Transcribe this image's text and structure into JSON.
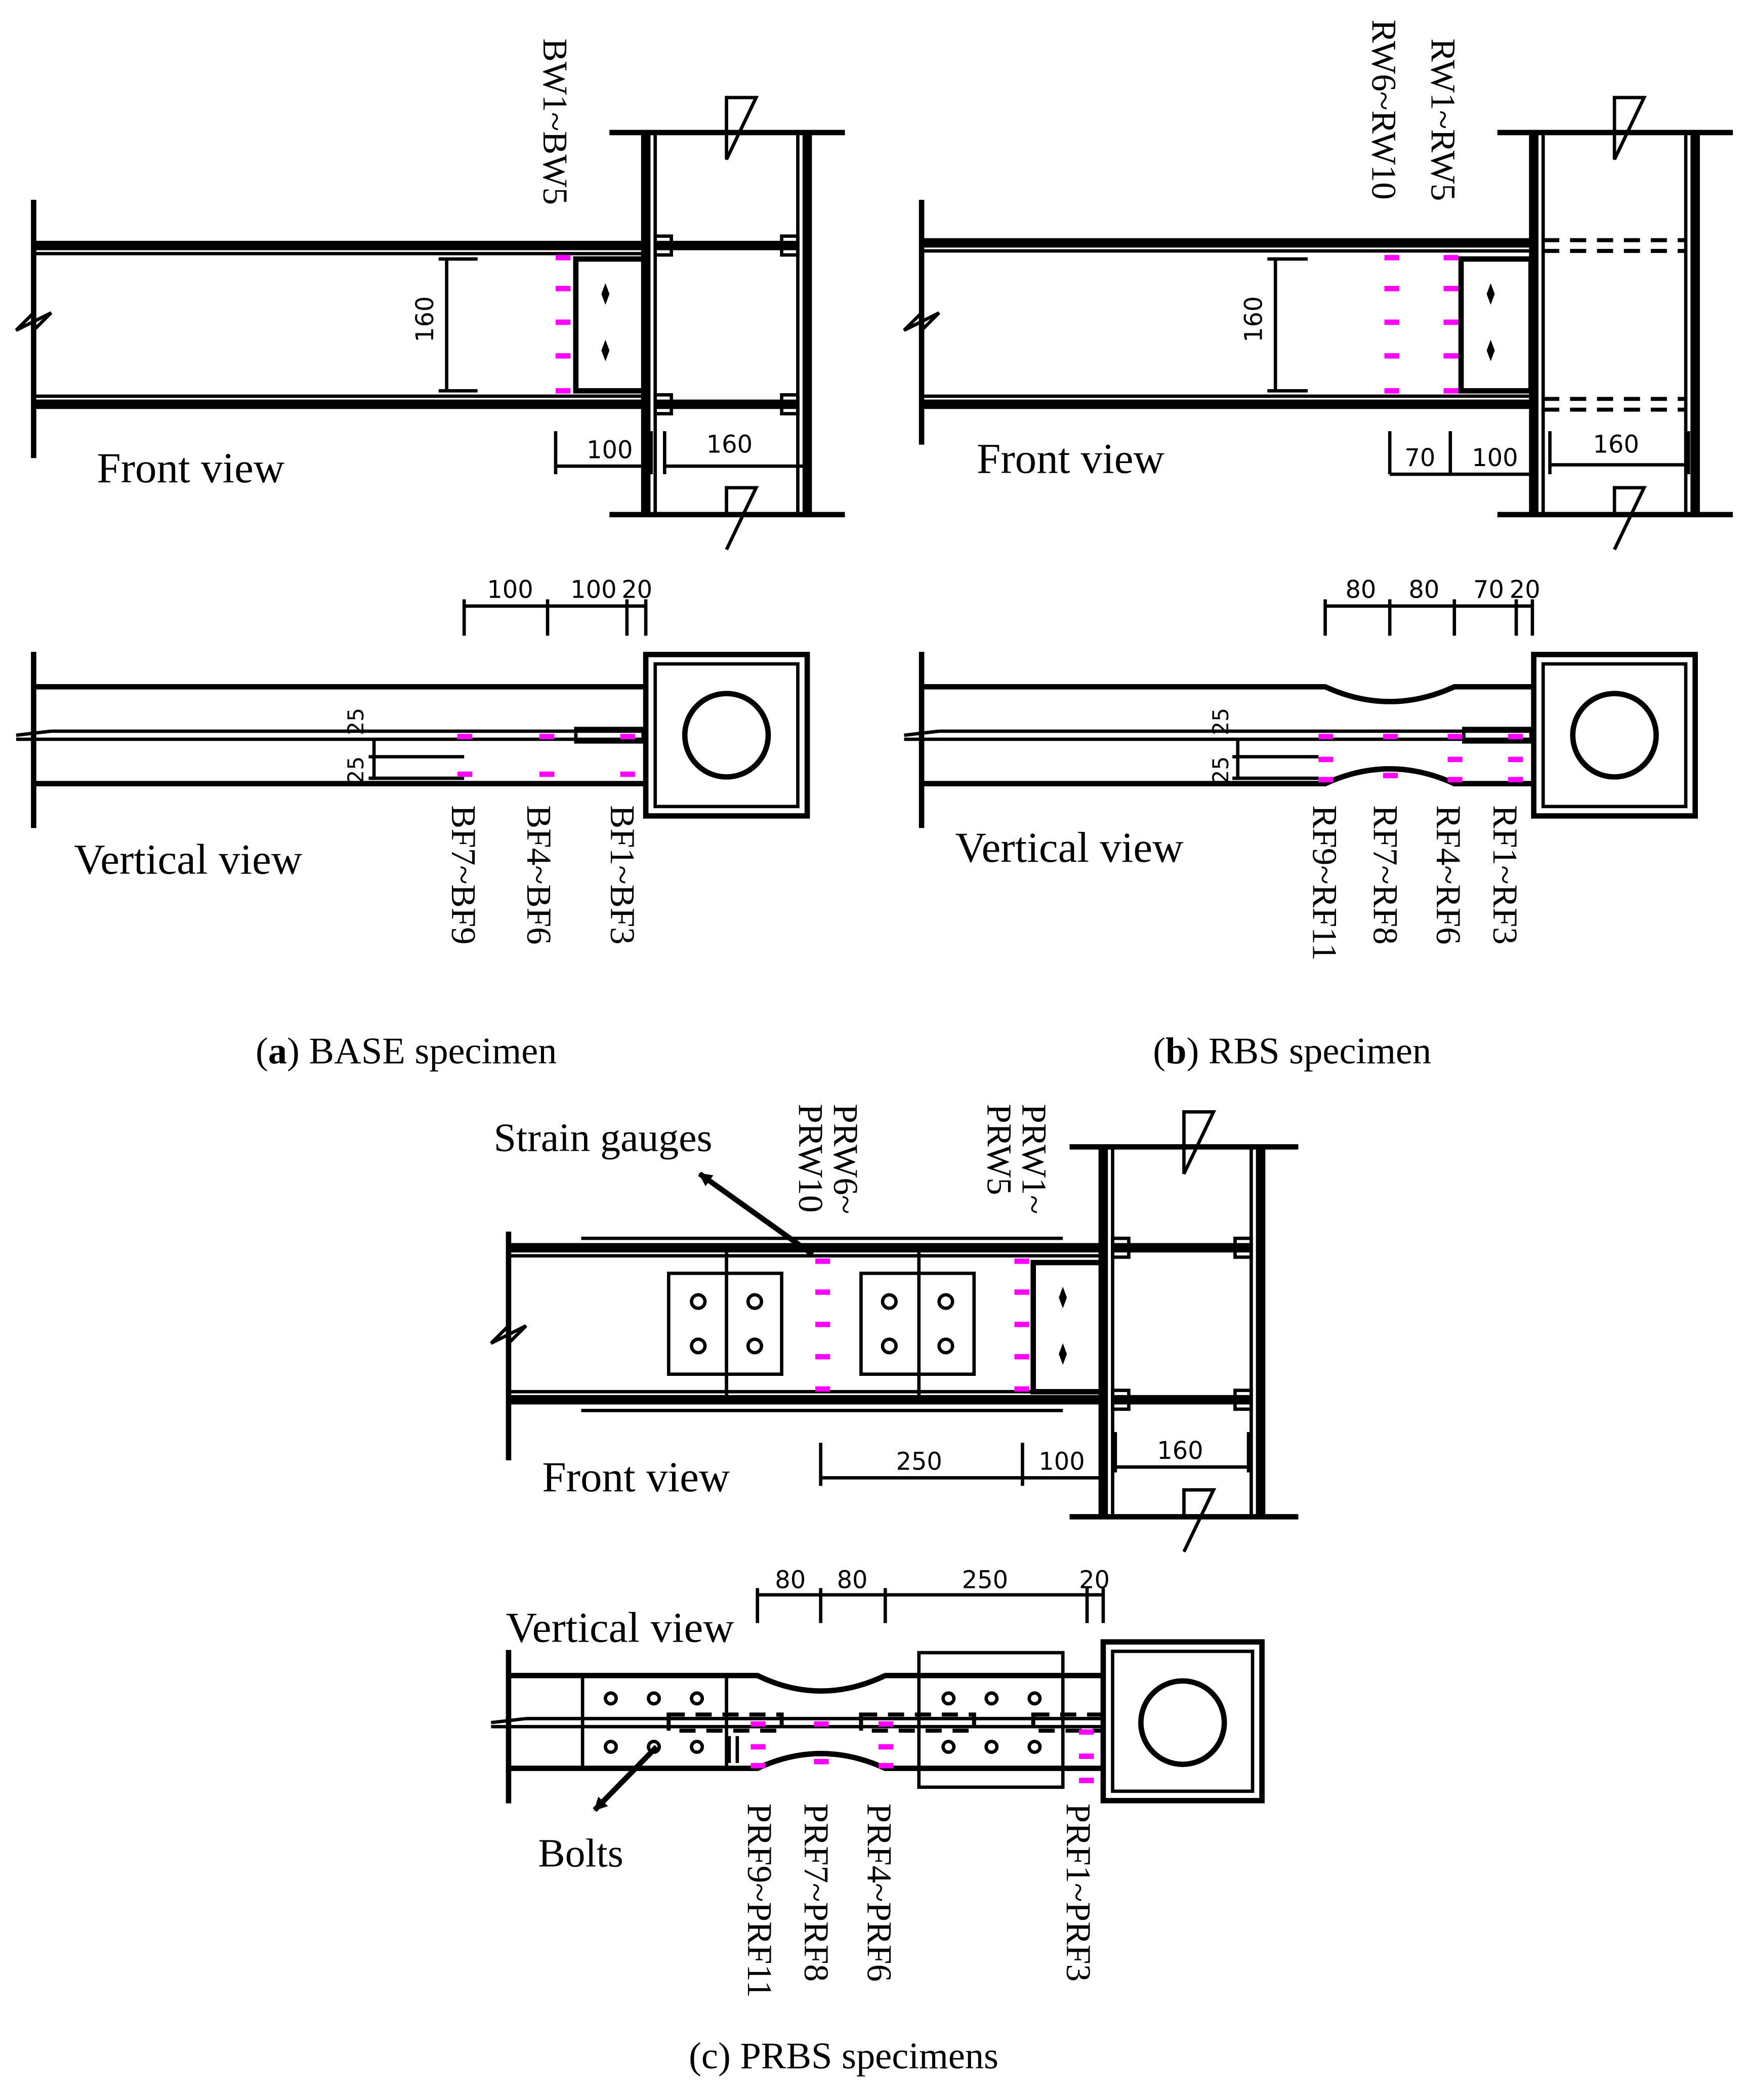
{
  "colors": {
    "gauge": "#ff00ff",
    "line": "#000000",
    "background": "#ffffff"
  },
  "panel_a": {
    "caption_letter": "a",
    "caption_text": " BASE specimen",
    "front_view": "Front view",
    "vertical_view": "Vertical view",
    "web_gauges": "BW1~BW5",
    "flange_gauges": [
      "BF7~BF9",
      "BF4~BF6",
      "BF1~BF3"
    ],
    "dims": {
      "web_depth": "160",
      "front_100": "100",
      "front_160": "160",
      "top_100a": "100",
      "top_100b": "100",
      "top_20": "20",
      "flange_25a": "25",
      "flange_25b": "25"
    }
  },
  "panel_b": {
    "caption_letter": "b",
    "caption_text": " RBS specimen",
    "front_view": "Front view",
    "vertical_view": "Vertical view",
    "web_gauges": [
      "RW6~RW10",
      "RW1~RW5"
    ],
    "flange_gauges": [
      "RF9~RF11",
      "RF7~RF8",
      "RF4~RF6",
      "RF1~RF3"
    ],
    "dims": {
      "web_depth": "160",
      "front_70": "70",
      "front_100": "100",
      "front_160": "160",
      "top_80a": "80",
      "top_80b": "80",
      "top_70": "70",
      "top_20": "20",
      "flange_25a": "25",
      "flange_25b": "25"
    }
  },
  "panel_c": {
    "caption_text": "(c) PRBS specimens",
    "front_view": "Front view",
    "vertical_view": "Vertical view",
    "strain_label": "Strain gauges",
    "bolts_label": "Bolts",
    "web_gauges": [
      [
        "PRW6~",
        "PRW10"
      ],
      [
        "PRW1~",
        "PRW5"
      ]
    ],
    "flange_gauges": [
      "PRF9~PRF11",
      "PRF7~PRF8",
      "PRF4~PRF6",
      "PRF1~PRF3"
    ],
    "dims": {
      "front_250": "250",
      "front_100": "100",
      "front_160": "160",
      "top_80a": "80",
      "top_80b": "80",
      "top_250": "250",
      "top_20": "20"
    }
  }
}
